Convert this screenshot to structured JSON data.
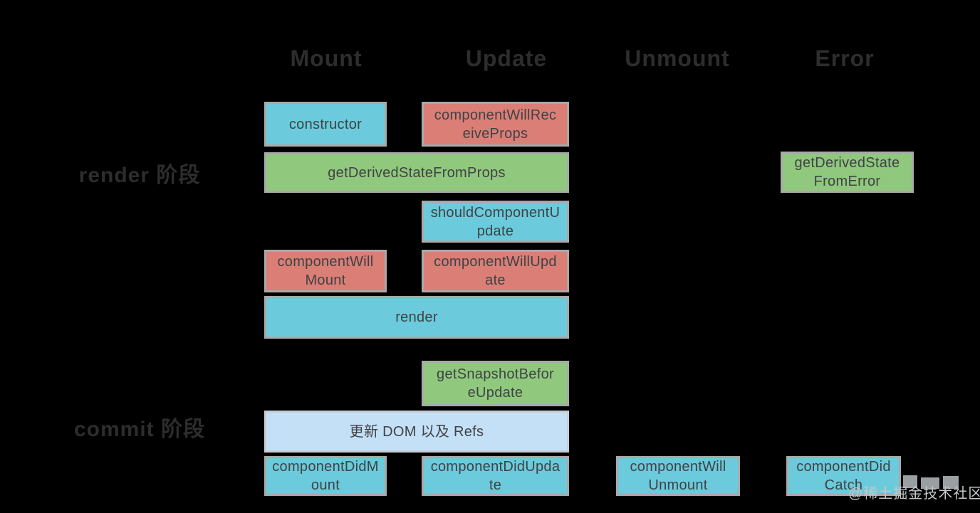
{
  "column_headers": [
    {
      "id": "mount",
      "label": "Mount"
    },
    {
      "id": "update",
      "label": "Update"
    },
    {
      "id": "unmount",
      "label": "Unmount"
    },
    {
      "id": "error",
      "label": "Error"
    }
  ],
  "phase_labels": [
    {
      "id": "render-phase",
      "label": "render 阶段"
    },
    {
      "id": "commit-phase",
      "label": "commit 阶段"
    }
  ],
  "boxes": [
    {
      "id": "constructor",
      "label": "constructor",
      "color": "cyan"
    },
    {
      "id": "component-will-receive-props",
      "label": "componentWillRec\neiveProps",
      "color": "red"
    },
    {
      "id": "get-derived-state-from-props",
      "label": "getDerivedStateFromProps",
      "color": "green"
    },
    {
      "id": "get-derived-state-from-error",
      "label": "getDerivedState\nFromError",
      "color": "green"
    },
    {
      "id": "should-component-update",
      "label": "shouldComponentU\npdate",
      "color": "cyan"
    },
    {
      "id": "component-will-mount",
      "label": "componentWill\nMount",
      "color": "red"
    },
    {
      "id": "component-will-update",
      "label": "componentWillUpd\nate",
      "color": "red"
    },
    {
      "id": "render",
      "label": "render",
      "color": "cyan"
    },
    {
      "id": "get-snapshot-before-update",
      "label": "getSnapshotBefor\neUpdate",
      "color": "green"
    },
    {
      "id": "update-dom-and-refs",
      "label": "更新 DOM 以及 Refs",
      "color": "lightblue"
    },
    {
      "id": "component-did-mount",
      "label": "componentDidM\nount",
      "color": "cyan"
    },
    {
      "id": "component-did-update",
      "label": "componentDidUpda\nte",
      "color": "cyan"
    },
    {
      "id": "component-will-unmount",
      "label": "componentWill\nUnmount",
      "color": "cyan"
    },
    {
      "id": "component-did-catch",
      "label": "componentDid\nCatch",
      "color": "cyan"
    }
  ],
  "colors": {
    "cyan": "#6bcadb",
    "red": "#db7e76",
    "green": "#90c87d",
    "lightblue": "#c4e0f6",
    "box_border": "#a9a9a9",
    "box_text": "#3f4245",
    "heading_text": "#2d2d2d",
    "background": "#000000",
    "watermark": "#c4c8ca"
  },
  "watermark": {
    "text": "@稀土掘金技术社区"
  }
}
